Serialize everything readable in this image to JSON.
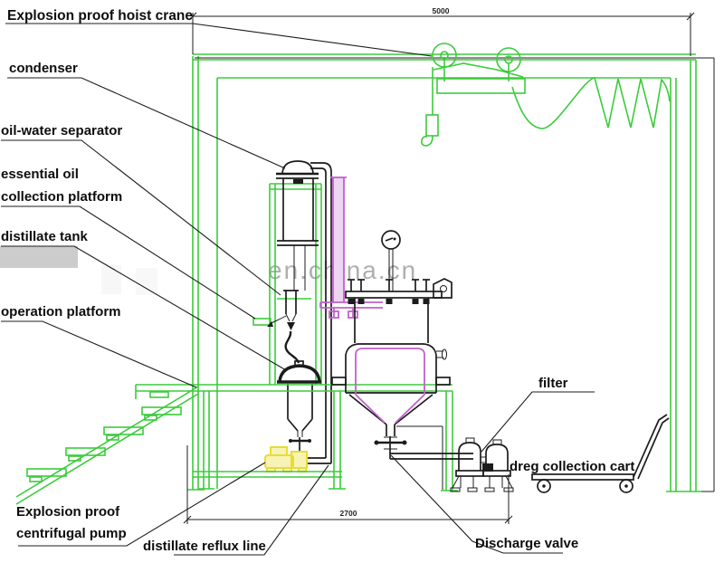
{
  "labels": {
    "hoist_crane": "Explosion proof hoist crane",
    "condenser": "condenser",
    "oil_water_separator": "oil-water separator",
    "collection_platform": {
      "line1": "essential oil",
      "line2": "collection platform"
    },
    "distillate_tank": "distillate tank",
    "operation_platform": "operation platform",
    "pump": {
      "line1": "Explosion proof",
      "line2": "centrifugal pump"
    },
    "reflux_line": "distillate reflux line",
    "filter": "filter",
    "dreg_cart": "dreg collection cart",
    "discharge_valve": "Discharge valve"
  },
  "dimensions": {
    "top_width": "5000",
    "bottom_width": "2700"
  },
  "watermark": {
    "text": "en.china.cn"
  },
  "colors": {
    "frame_green": "#3bcb3b",
    "pipe_magenta": "#c060cc",
    "pipe_magenta_light": "#eed5f3",
    "pump_yellow": "#e8dd30",
    "line_black": "#1c1c1c",
    "watermark_gray": "#9a9a9a",
    "smudge_gray": "#bfbfbf"
  }
}
